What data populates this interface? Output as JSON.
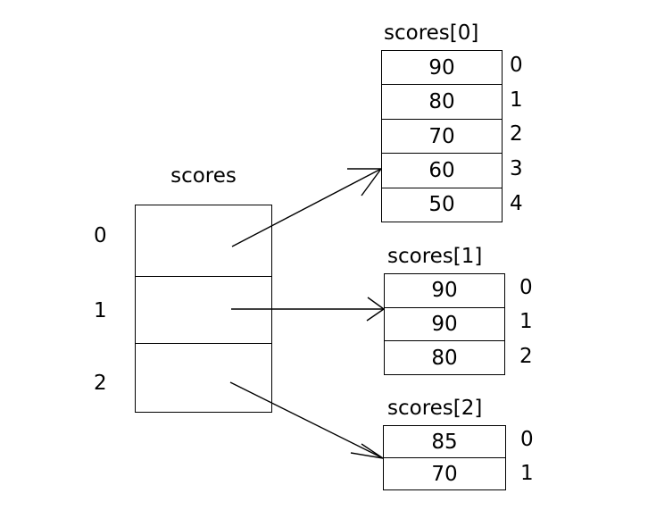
{
  "diagram": {
    "title": "scores",
    "main_array": {
      "label": "scores",
      "row_indices": [
        "0",
        "1",
        "2"
      ]
    },
    "sub_arrays": [
      {
        "label": "scores[0]",
        "values": [
          "90",
          "80",
          "70",
          "60",
          "50"
        ],
        "indices": [
          "0",
          "1",
          "2",
          "3",
          "4"
        ]
      },
      {
        "label": "scores[1]",
        "values": [
          "90",
          "90",
          "80"
        ],
        "indices": [
          "0",
          "1",
          "2"
        ]
      },
      {
        "label": "scores[2]",
        "values": [
          "85",
          "70"
        ],
        "indices": [
          "0",
          "1"
        ]
      }
    ],
    "colors": {
      "stroke": "#000000",
      "background": "#ffffff",
      "text": "#000000"
    }
  }
}
